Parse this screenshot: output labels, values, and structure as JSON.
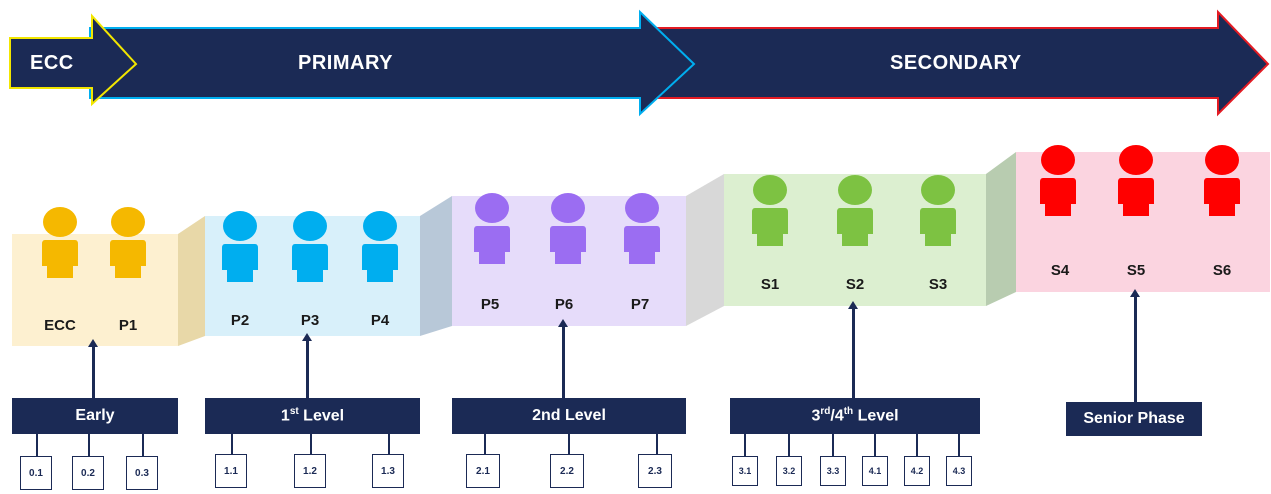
{
  "banner": {
    "ecc": "ECC",
    "primary": "PRIMARY",
    "secondary": "SECONDARY"
  },
  "colors": {
    "navy": "#1b2a55",
    "ecc": "#f5b800",
    "primary_low": "#00aeef",
    "primary_high": "#9b6df2",
    "secondary_low": "#7dc242",
    "secondary_high": "#ff0000"
  },
  "stages": {
    "ecc": "ECC",
    "p1": "P1",
    "p2": "P2",
    "p3": "P3",
    "p4": "P4",
    "p5": "P5",
    "p6": "P6",
    "p7": "P7",
    "s1": "S1",
    "s2": "S2",
    "s3": "S3",
    "s4": "S4",
    "s5": "S5",
    "s6": "S6"
  },
  "levels": {
    "early": "Early",
    "first_num": "1",
    "first_sup": "st",
    "first_rest": " Level",
    "second": "2nd Level",
    "third_num": "3",
    "third_sup": "rd",
    "third_mid": "/4",
    "third_sup2": "th",
    "third_rest": " Level",
    "senior": "Senior Phase"
  },
  "sublevels": {
    "early": [
      "0.1",
      "0.2",
      "0.3"
    ],
    "first": [
      "1.1",
      "1.2",
      "1.3"
    ],
    "second": [
      "2.1",
      "2.2",
      "2.3"
    ],
    "third": [
      "3.1",
      "3.2",
      "3.3",
      "4.1",
      "4.2",
      "4.3"
    ]
  }
}
